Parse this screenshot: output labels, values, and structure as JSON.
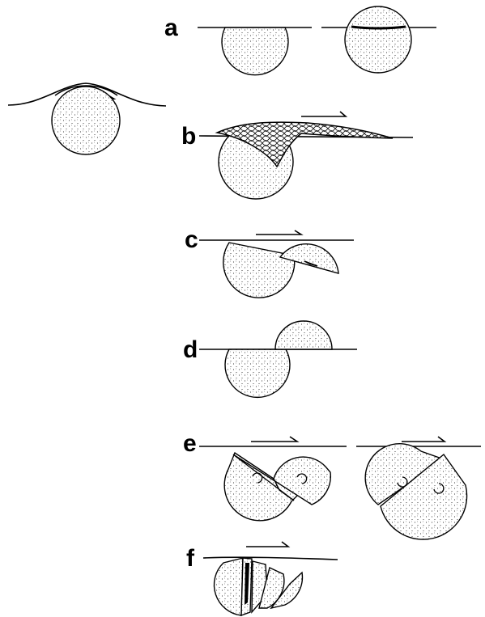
{
  "panels": {
    "a": {
      "label": "a"
    },
    "b": {
      "label": "b"
    },
    "c": {
      "label": "c"
    },
    "d": {
      "label": "d"
    },
    "e": {
      "label": "e"
    },
    "f": {
      "label": "f"
    }
  },
  "colors": {
    "ink": "#000000",
    "stipple_fill": "#f2f2f2",
    "background": "#ffffff"
  },
  "icons": {
    "shear_arrow": "half-arrow-right-icon",
    "shear_arrow_filled": "solid-half-arrow-right-icon"
  }
}
